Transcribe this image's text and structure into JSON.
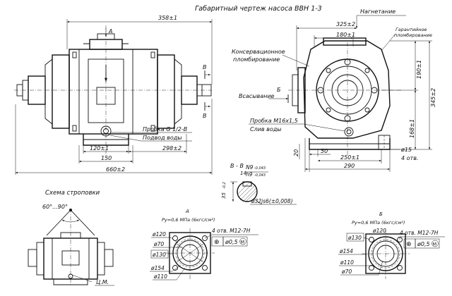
{
  "title": "Габаритный чертеж насоса ВВН 1-3",
  "front_view": {
    "section_mark_top": "A",
    "section_mark_right": "В",
    "dim_overall_top": "358±1",
    "plug_label": "Пробка G 1/2-В",
    "water_supply_label": "Подвод воды",
    "dim_120": "120±1",
    "dim_298": "298±2",
    "dim_150": "150",
    "dim_660": "660±2"
  },
  "side_view": {
    "discharge_label": "Нагнетание",
    "warranty_seal_label_1": "Гарантийное",
    "warranty_seal_label_2": "пломбирование",
    "conservation_seal_label_1": "Консервационное",
    "conservation_seal_label_2": "пломбирование",
    "suction_label": "Всасывание",
    "section_mark_b": "Б",
    "plug_m16_label": "Пробка  М16х1,5",
    "water_drain_label": "Слив воды",
    "dim_325": "325±2",
    "dim_180": "180±1",
    "dim_190": "190±1",
    "dim_345": "345±2",
    "dim_168": "168±1",
    "dim_20": "20",
    "dim_50": "50",
    "dim_250": "250±1",
    "dim_290": "290",
    "dim_phi15": "ø15",
    "holes_label": "4 отв."
  },
  "section_vv": {
    "label": "В - В",
    "dim_14": "14",
    "tol_n9": "N9",
    "tol_h9": "h9",
    "tol_n9_dev": "-0,043",
    "tol_h9_dev": "-0,043",
    "dim_35": "35",
    "dim_35_dev": "-0,2",
    "dim_phi32": "ø32js6(±0,008)"
  },
  "lifting_scheme": {
    "title": "Схема строповки",
    "angle": "60°...90°",
    "cm_label": "Ц.М."
  },
  "view_a": {
    "letter": "А",
    "pressure": "Pу=0,6 МПа (6кгс/см²)",
    "holes": "4 отв. М12-7Н",
    "d120": "ø120",
    "d70": "ø70",
    "d130": "ø130",
    "d154": "ø154",
    "d110": "ø110",
    "tol_frame_sym": "⊕",
    "tol_frame_val": "ø0,5",
    "tol_frame_mod": "M"
  },
  "view_b": {
    "letter": "Б",
    "pressure": "Pу=0,6 МПа (6кгс/см²)",
    "holes": "4 отв. М12-7Н",
    "d130": "ø130",
    "d120": "ø120",
    "d154": "ø154",
    "d110": "ø110",
    "d70": "ø70",
    "tol_frame_sym": "⊕",
    "tol_frame_val": "ø0,5",
    "tol_frame_mod": "M"
  }
}
